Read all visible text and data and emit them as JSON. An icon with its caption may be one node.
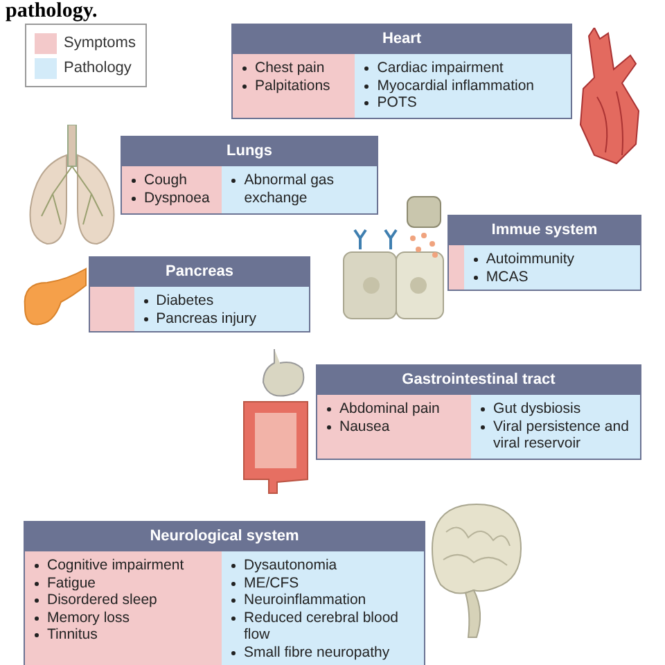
{
  "diagram": {
    "caption": "pathology.",
    "nodes": [
      {
        "text": [
          "Heart"
        ]
      },
      {
        "text": [
          "Chest pain",
          "Palpitations"
        ],
        "in": 0
      },
      {
        "text": [
          "Cardiac impairment",
          "Myocardial inflammation",
          "POTS"
        ],
        "in": 0
      },
      {
        "text": [
          "Lungs"
        ]
      },
      {
        "text": [
          "Cough",
          "Dyspnoea"
        ],
        "in": 3
      },
      {
        "text": [
          "Abnormal gas exchange"
        ],
        "in": 3
      },
      {
        "text": [
          "Immue system"
        ]
      },
      {
        "text": [],
        "shape": "box",
        "in": 6
      },
      {
        "text": [
          "Autoimmunity",
          "MCAS"
        ],
        "in": 6
      },
      {
        "text": [
          "Pancreas"
        ]
      },
      {
        "text": [],
        "shape": "box",
        "in": 9
      },
      {
        "text": [
          "Diabetes",
          "Pancreas injury"
        ],
        "in": 9
      },
      {
        "text": [
          "Gastrointestinal tract"
        ]
      },
      {
        "text": [
          "Abdominal pain",
          "Nausea"
        ],
        "in": 12
      },
      {
        "text": [
          "Gut dysbiosis",
          "Viral persistence and viral reservoir"
        ],
        "in": 12
      },
      {
        "text": [
          "Neurological system"
        ]
      },
      {
        "text": [
          "Cognitive impairment",
          "Fatigue",
          "Disordered sleep",
          "Memory loss",
          "Tinnitus"
        ],
        "in": 15
      },
      {
        "text": [
          "Dysautonomia",
          "ME/CFS",
          "Neuroinflammation",
          "Reduced cerebral blood flow",
          "Small fibre neuropathy"
        ],
        "in": 15
      }
    ],
    "edges": [],
    "legend": [
      {
        "text": "Symptoms",
        "color": "#f3c9ca"
      },
      {
        "text": "Pathology",
        "color": "#d3ebf9"
      }
    ]
  }
}
